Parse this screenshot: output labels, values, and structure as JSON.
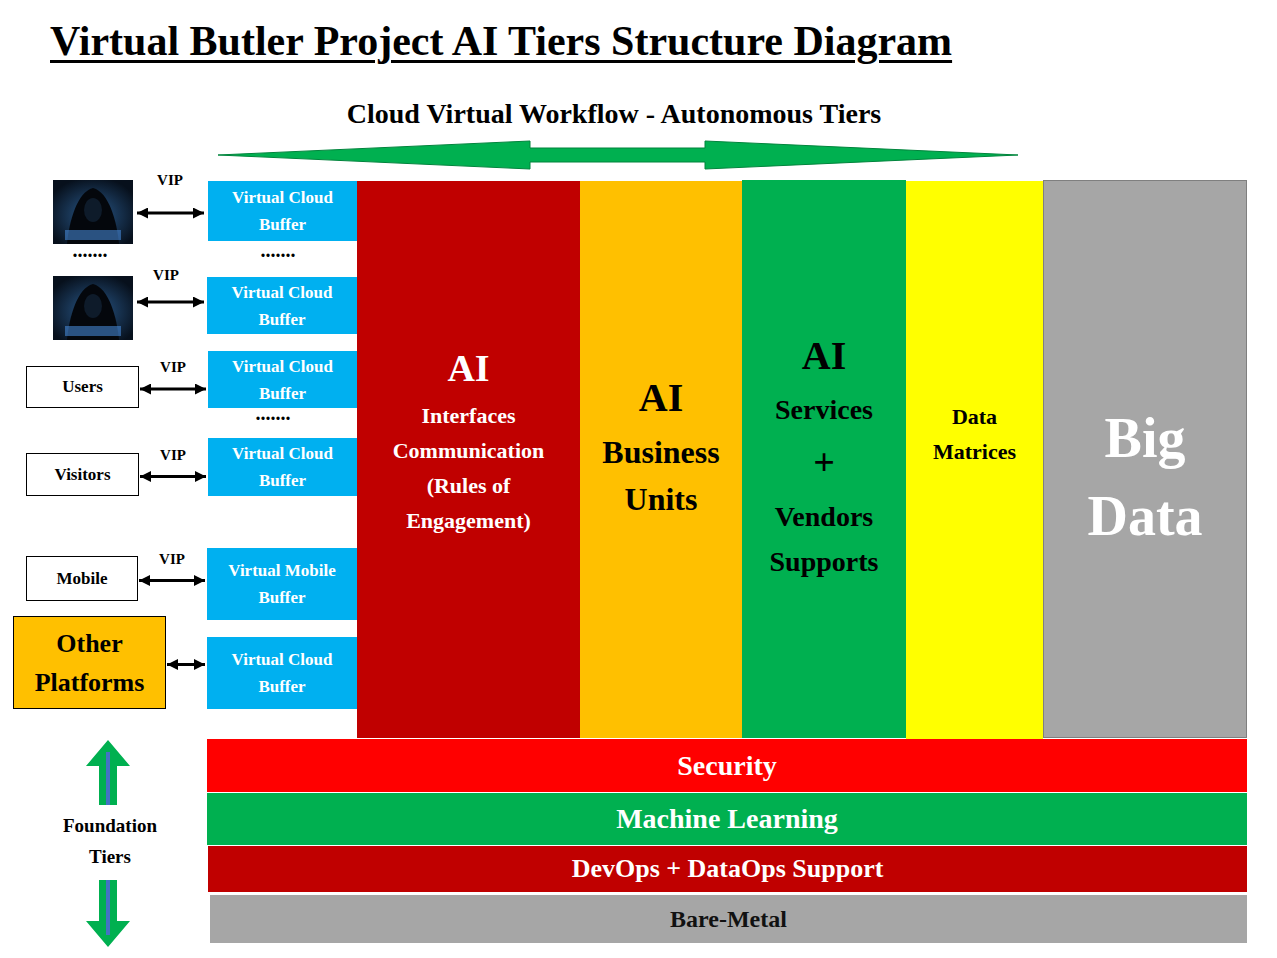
{
  "diagram": {
    "title": "Virtual Butler Project AI Tiers Structure Diagram",
    "nodes": [
      {
        "text": [
          "Virtual Cloud Buffer"
        ]
      },
      {
        "text": [
          "Virtual Cloud Buffer"
        ]
      },
      {
        "text": [
          "Users"
        ]
      },
      {
        "text": [
          "Virtual Cloud Buffer"
        ]
      },
      {
        "text": [
          "Visitors"
        ]
      },
      {
        "text": [
          "Virtual Cloud Buffer"
        ]
      },
      {
        "text": [
          "Mobile"
        ]
      },
      {
        "text": [
          "Virtual Mobile Buffer"
        ]
      },
      {
        "text": [
          "Other Platforms"
        ]
      },
      {
        "text": [
          "Virtual Cloud Buffer"
        ]
      },
      {
        "text": [
          "AI",
          "Interfaces Communication (Rules of Engagement)"
        ]
      },
      {
        "text": [
          "AI",
          "Business Units"
        ]
      },
      {
        "text": [
          "AI",
          "Services",
          "+",
          "Vendors Supports"
        ]
      },
      {
        "text": [
          "Data Matrices"
        ]
      },
      {
        "text": [
          "Big Data"
        ]
      },
      {
        "text": [
          "Security"
        ]
      },
      {
        "text": [
          "Machine Learning"
        ]
      },
      {
        "text": [
          "DevOps + DataOps Support"
        ]
      },
      {
        "text": [
          "Bare-Metal"
        ]
      }
    ],
    "edges": [
      {
        "from": 2,
        "to": 3,
        "label": "VIP",
        "arrow": "both"
      },
      {
        "from": 4,
        "to": 5,
        "label": "VIP",
        "arrow": "both"
      },
      {
        "from": 6,
        "to": 7,
        "label": "VIP",
        "arrow": "both"
      },
      {
        "from": 8,
        "to": 9,
        "arrow": "both"
      }
    ],
    "labels": [
      "Cloud Virtual Workflow - Autonomous Tiers",
      "VIP",
      ".......",
      ".......",
      "VIP",
      ".......",
      "Foundation Tiers"
    ]
  }
}
